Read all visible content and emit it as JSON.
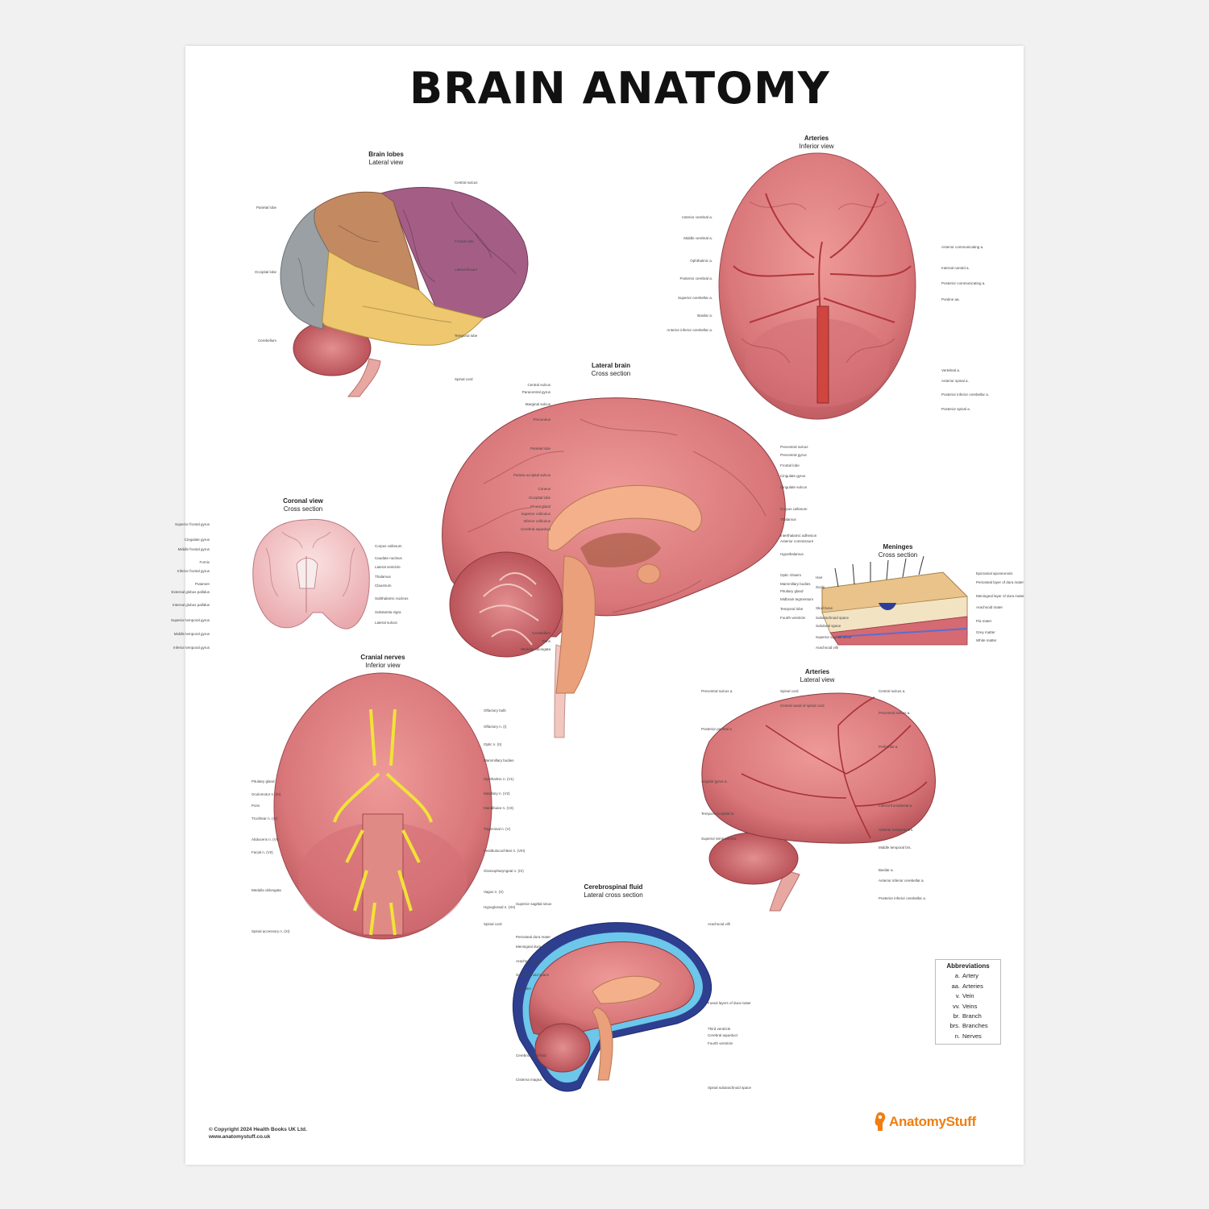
{
  "title": "BRAIN ANATOMY",
  "sections": [
    {
      "id": "lobes",
      "name": "Brain lobes",
      "view": "Lateral view"
    },
    {
      "id": "arteries_inferior",
      "name": "Arteries",
      "view": "Inferior view"
    },
    {
      "id": "lateral_brain",
      "name": "Lateral brain",
      "view": "Cross section"
    },
    {
      "id": "coronal",
      "name": "Coronal view",
      "view": "Cross section"
    },
    {
      "id": "meninges",
      "name": "Meninges",
      "view": "Cross section"
    },
    {
      "id": "cranial_nerves",
      "name": "Cranial nerves",
      "view": "Inferior view"
    },
    {
      "id": "arteries_lateral",
      "name": "Arteries",
      "view": "Lateral view"
    },
    {
      "id": "csf",
      "name": "Cerebrospinal fluid",
      "view": "Lateral cross section"
    }
  ],
  "labels": {
    "lobes": [
      "Central sulcus",
      "Parietal lobe",
      "Frontal lobe",
      "Occipital lobe",
      "Lateral fissure",
      "Temporal lobe",
      "Cerebellum",
      "Spinal cord"
    ],
    "arteries_inferior": [
      "Anterior cerebral a.",
      "Middle cerebral a.",
      "Ophthalmic a.",
      "Posterior cerebral a.",
      "Superior cerebellar a.",
      "Basilar a.",
      "Anterior inferior cerebellar a.",
      "Anterior communicating a.",
      "Internal carotid a.",
      "Posterior communicating a.",
      "Pontine aa.",
      "Vertebral a.",
      "Anterior spinal a.",
      "Posterior inferior cerebellar a.",
      "Posterior spinal a."
    ],
    "lateral_brain": [
      "Central sulcus",
      "Paracentral gyrus",
      "Marginal sulcus",
      "Precuneus",
      "Parietal lobe",
      "Parieto-occipital sulcus",
      "Cuneus",
      "Occipital lobe",
      "Pineal gland",
      "Superior colliculus",
      "Inferior colliculus",
      "Cerebral aqueduct",
      "Precentral sulcus",
      "Precentral gyrus",
      "Frontal lobe",
      "Cingulate gyrus",
      "Cingulate sulcus",
      "Corpus callosum",
      "Thalamus",
      "Interthalamic adhesion",
      "Anterior commissure",
      "Hypothalamus",
      "Optic chiasm",
      "Mammillary bodies",
      "Pituitary gland",
      "Midbrain tegmentum",
      "Temporal lobe",
      "Fourth ventricle",
      "Cerebellum",
      "Pons",
      "Medulla oblongata",
      "Spinal cord",
      "Central canal of spinal cord"
    ],
    "coronal": [
      "Superior frontal gyrus",
      "Cingulate gyrus",
      "Middle frontal gyrus",
      "Fornix",
      "Inferior frontal gyrus",
      "Putamen",
      "External globus pallidus",
      "Internal globus pallidus",
      "Superior temporal gyrus",
      "Middle temporal gyrus",
      "Inferior temporal gyrus",
      "Corpus callosum",
      "Caudate nucleus",
      "Lateral ventricle",
      "Thalamus",
      "Claustrum",
      "Subthalamic nucleus",
      "Substantia nigra",
      "Lateral sulcus"
    ],
    "meninges": [
      "Hair",
      "Scalp",
      "Skull bone",
      "Subarachnoid space",
      "Subdural space",
      "Superior sagittal sinus",
      "Arachnoid villi",
      "Epicranial aponeurosis",
      "Periosteal layer of dura mater",
      "Meningeal layer of dura mater",
      "Arachnoid mater",
      "Pia mater",
      "Grey matter",
      "White matter"
    ],
    "cranial_nerves": [
      "Pituitary gland",
      "Oculomotor n. (III)",
      "Pons",
      "Trochlear n. (IV)",
      "Abducens n. (VI)",
      "Facial n. (VII)",
      "Medulla oblongata",
      "Spinal accessory n. (XI)",
      "Olfactory bulb",
      "Olfactory n. (I)",
      "Optic n. (II)",
      "Mammillary bodies",
      "Ophthalmic n. (V1)",
      "Maxillary n. (V2)",
      "Mandibular n. (V3)",
      "Trigeminal n. (V)",
      "Vestibulocochlear n. (VIII)",
      "Glossopharyngeal n. (IX)",
      "Vagus n. (X)",
      "Hypoglossal n. (XII)",
      "Spinal cord"
    ],
    "arteries_lateral": [
      "Precentral sulcus a.",
      "Posterior parietal a.",
      "Angular gyrus a.",
      "Temporo-occipital br.",
      "Superior temporal brs.",
      "Central sulcus a.",
      "Precentral sulcus a.",
      "Prefrontal a.",
      "Lateral frontobasal a.",
      "Anterior temporal brs.",
      "Middle temporal brs.",
      "Basilar a.",
      "Anterior inferior cerebellar a.",
      "Posterior inferior cerebellar a."
    ],
    "csf": [
      "Superior sagittal sinus",
      "Periosteal dura mater",
      "Meningeal dura mater",
      "Arachnoid mater",
      "Subarachnoid space",
      "Pia mater",
      "Cerebrospinal fluid",
      "Cisterna magna",
      "Arachnoid villi",
      "Fused layers of dura mater",
      "Third ventricle",
      "Cerebral aqueduct",
      "Fourth ventricle",
      "Spinal subarachnoid space"
    ]
  },
  "abbreviations": {
    "title": "Abbreviations",
    "rows": [
      {
        "abbr": "a.",
        "full": "Artery"
      },
      {
        "abbr": "aa.",
        "full": "Arteries"
      },
      {
        "abbr": "v.",
        "full": "Vein"
      },
      {
        "abbr": "vv.",
        "full": "Veins"
      },
      {
        "abbr": "br.",
        "full": "Branch"
      },
      {
        "abbr": "brs.",
        "full": "Branches"
      },
      {
        "abbr": "n.",
        "full": "Nerves"
      }
    ]
  },
  "copyright": {
    "line1": "© Copyright 2024 Health Books UK Ltd.",
    "line2": "www.anatomystuff.co.uk"
  },
  "brand": "AnatomyStuff",
  "colors": {
    "brain": "#d9777a",
    "brain_dark": "#a8444a",
    "frontal": "#a45e86",
    "parietal": "#c38a62",
    "occipital": "#9aa0a3",
    "temporal": "#eec76e",
    "nerves": "#f2e238",
    "csf": "#6cc7ea",
    "dura": "#3b3b8f",
    "brand": "#f07e10"
  }
}
